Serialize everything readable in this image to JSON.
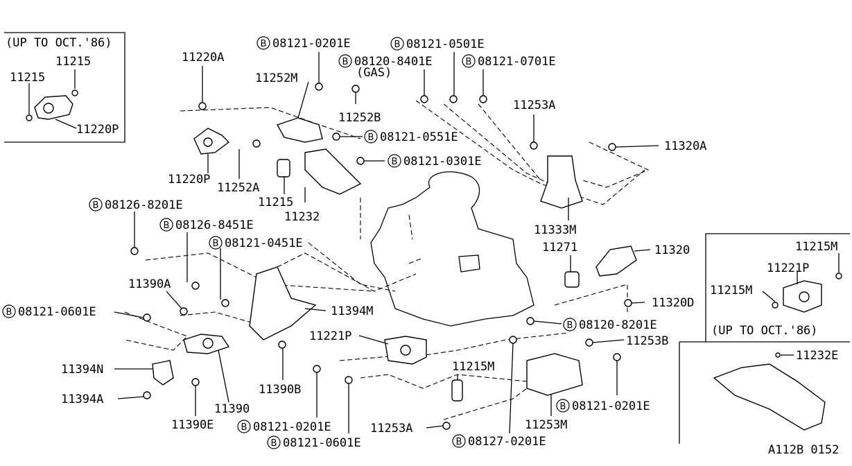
{
  "diagram_id": "A112B 0152",
  "insets": {
    "left_title": "(UP TO OCT.'86)",
    "right_title": "(UP TO OCT.'86)"
  },
  "bolt_marker": "B",
  "labels": {
    "l1": "11215",
    "l2": "11215",
    "l3": "11220P",
    "l4": "11220A",
    "l5": "11252M",
    "l6": "08121-0201E",
    "l7": "08121-0501E",
    "l8": "08120-8401E",
    "l9": "(GAS)",
    "l10": "08121-0701E",
    "l11": "11252B",
    "l12": "08121-0551E",
    "l13": "08121-0301E",
    "l14": "11253A",
    "l15": "11320A",
    "l16": "11220P",
    "l17": "11252A",
    "l18": "11215",
    "l19": "11232",
    "l20": "08126-8201E",
    "l21": "08126-8451E",
    "l22": "08121-0451E",
    "l23": "11333M",
    "l24": "11271",
    "l25": "11320",
    "l26": "11390A",
    "l27": "11394M",
    "l28": "08121-0601E",
    "l29": "11221P",
    "l30": "08120-8201E",
    "l31": "11320D",
    "l32": "11253B",
    "l33": "11394N",
    "l34": "11394A",
    "l35": "11390",
    "l36": "11390B",
    "l37": "11390E",
    "l38": "11215M",
    "l39": "08121-0201E",
    "l40": "08121-0601E",
    "l41": "11253A",
    "l42": "08127-0201E",
    "l43": "11253M",
    "l44": "08121-0201E",
    "l45": "11215M",
    "l46": "11221P",
    "l47": "11215M",
    "l48": "11232E"
  }
}
